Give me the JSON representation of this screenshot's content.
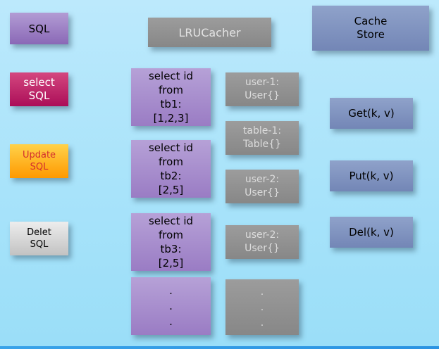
{
  "diagram": {
    "sql_sources": {
      "sql": {
        "label": "SQL"
      },
      "select_sql": {
        "label": "select\nSQL"
      },
      "update_sql": {
        "label": "Update\nSQL"
      },
      "delete_sql": {
        "label": "Delet\nSQL"
      }
    },
    "lru_cacher": {
      "label": "LRUCacher"
    },
    "queries": {
      "q1": {
        "label": "select id\nfrom\ntb1:\n[1,2,3]"
      },
      "q2": {
        "label": "select id\nfrom\ntb2:\n[2,5]"
      },
      "q3": {
        "label": "select id\nfrom\ntb3:\n[2,5]"
      },
      "more": {
        "label": ".\n.\n."
      }
    },
    "cache_entries": {
      "e1": {
        "label": "user-1:\nUser{}"
      },
      "e2": {
        "label": "table-1:\nTable{}"
      },
      "e3": {
        "label": "user-2:\nUser{}"
      },
      "e4": {
        "label": "user-2:\nUser{}"
      },
      "more": {
        "label": ".\n.\n."
      }
    },
    "cache_store": {
      "label": "Cache\nStore"
    },
    "operations": {
      "get": {
        "label": "Get(k, v)"
      },
      "put": {
        "label": "Put(k, v)"
      },
      "del": {
        "label": "Del(k, v)"
      }
    },
    "colors": {
      "background_top": "#bce9fc",
      "background_bottom": "#9adef8",
      "purple": "#9a7cc4",
      "magenta": "#ab0e58",
      "orange": "#ff9900",
      "update_text": "#d32f2f",
      "gray": "#8f8f8f",
      "slate_blue": "#7d90bf",
      "bottom_border": "#2b93e2"
    }
  }
}
